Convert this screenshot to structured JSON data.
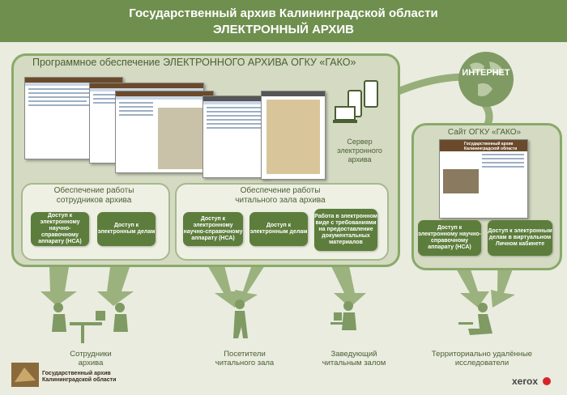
{
  "header": {
    "title_line1": "Государственный архив Калининградской области",
    "title_line2": "ЭЛЕКТРОННЫЙ АРХИВ"
  },
  "software": {
    "title": "Программное обеспечение ЭЛЕКТРОННОГО АРХИВА ОГКУ «ГАКО»"
  },
  "server": {
    "label": "Сервер электронного архива"
  },
  "internet": {
    "label": "ИНТЕРНЕТ"
  },
  "site": {
    "title": "Сайт ОГКУ «ГАКО»",
    "thumb_title": "Государственный архив Калининградской области",
    "boxes": [
      "Доступ к электронному научно-справочному аппарату (НСА)",
      "Доступ к электронным делам в виртуальном Личном кабинете"
    ]
  },
  "staff_block": {
    "title": "Обеспечение работы сотрудников архива",
    "boxes": [
      "Доступ к электронному научно-справочному аппарату (НСА)",
      "Доступ к электронным делам"
    ]
  },
  "reading_block": {
    "title": "Обеспечение работы читального зала архива",
    "boxes": [
      "Доступ к электронному научно-справочному аппарату (НСА)",
      "Доступ к электронным делам",
      "Работа в электронном виде с требованиями на предоставление документальных материалов"
    ]
  },
  "users": [
    "Сотрудники архива",
    "Посетители читального зала",
    "Заведующий читальным залом",
    "Территориально удалённые исследователи"
  ],
  "footer": {
    "logo_text": "Государственный архив Калининградской области",
    "xerox": "xerox"
  },
  "colors": {
    "header": "#6f8f4e",
    "box": "#5d7d3c",
    "panel_bg": "#d4dbc2",
    "page_bg": "#e9ecdf"
  }
}
